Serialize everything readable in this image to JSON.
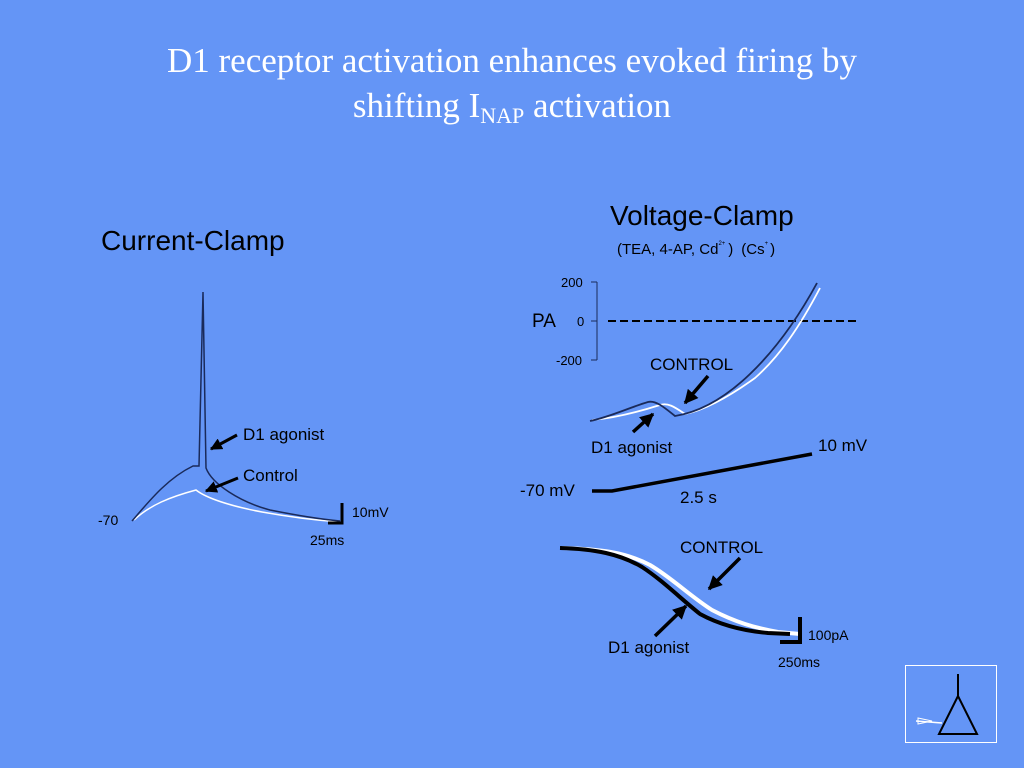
{
  "slide": {
    "title_line1": "D1 receptor activation enhances evoked firing by",
    "title_line2_pre": "shifting I",
    "title_line2_sub": "NAP",
    "title_line2_post": " activation"
  },
  "current_clamp": {
    "heading": "Current-Clamp",
    "label_d1": "D1 agonist",
    "label_control": "Control",
    "label_v": "-70",
    "scale_v": "10mV",
    "scale_t": "25ms"
  },
  "voltage_clamp": {
    "heading": "Voltage-Clamp",
    "sub_tea": "(TEA, 4-AP, Cd",
    "sup_cd": "2+",
    "sub_paren": ")",
    "sub_cs": "(Cs",
    "sup_cs": "+",
    "sub_end": ")",
    "axis_unit": "PA",
    "tick_200": "200",
    "tick_0": "0",
    "tick_m200": "-200",
    "label_control": "CONTROL",
    "label_d1": "D1 agonist",
    "ramp_start": "-70 mV",
    "ramp_end": "10 mV",
    "ramp_duration": "2.5 s",
    "label_control_2": "CONTROL",
    "label_d1_2": "D1 agonist",
    "scale_i": "100pA",
    "scale_t": "250ms"
  },
  "colors": {
    "background": "#6495f6",
    "title_text": "#ffffff",
    "trace_control": "#ffffff",
    "trace_d1": "#1a2a5a"
  },
  "icons": {
    "logo": "neuron-triangle-icon"
  }
}
